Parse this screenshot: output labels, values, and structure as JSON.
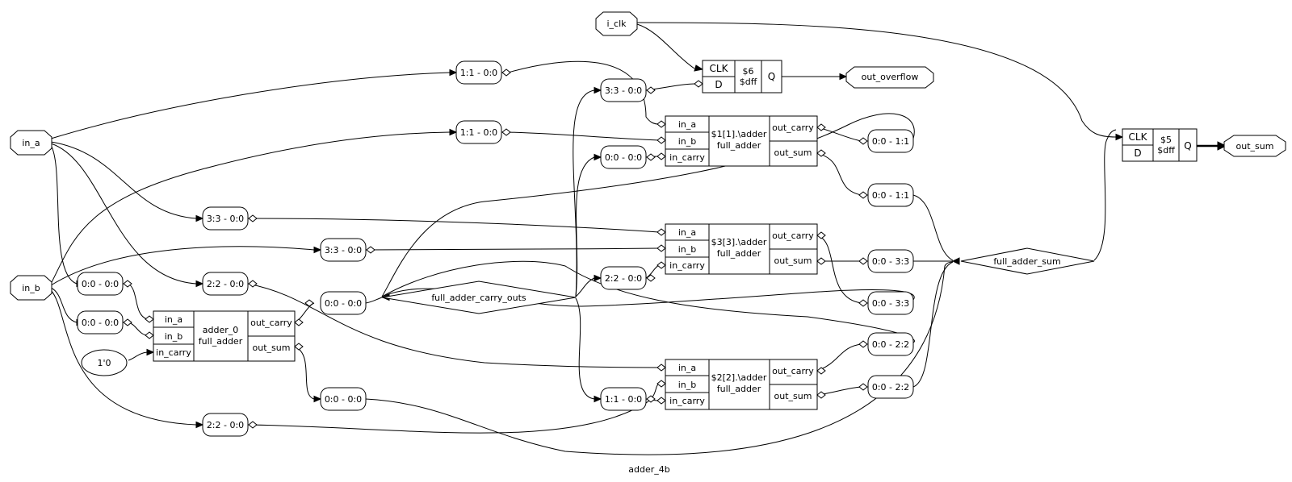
{
  "diagram": {
    "title": "adder_4b",
    "ports": {
      "i_clk": "i_clk",
      "in_a": "in_a",
      "in_b": "in_b",
      "out_overflow": "out_overflow",
      "out_sum": "out_sum"
    },
    "const_value": "1'0",
    "splits": {
      "s_a1": "1:1 - 0:0",
      "s_b1": "1:1 - 0:0",
      "s_a3": "3:3 - 0:0",
      "s_b3": "3:3 - 0:0",
      "s_a2": "2:2 - 0:0",
      "s_b2": "2:2 - 0:0",
      "s_a0": "0:0 - 0:0",
      "s_b0": "0:0 - 0:0",
      "c3": "3:3 - 0:0",
      "c0": "0:0 - 0:0",
      "c2": "2:2 - 0:0",
      "c1": "1:1 - 0:0",
      "cout0": "0:0 - 0:0",
      "sum0": "0:0 - 0:0",
      "j_c1": "0:0 - 1:1",
      "j_s1": "0:0 - 1:1",
      "j_s3": "0:0 - 3:3",
      "j_c3": "0:0 - 3:3",
      "j_c2": "0:0 - 2:2",
      "j_s2": "0:0 - 2:2"
    },
    "buses": {
      "carry": "full_adder_carry_outs",
      "sum": "full_adder_sum"
    },
    "pins": {
      "in_a": "in_a",
      "in_b": "in_b",
      "in_carry": "in_carry",
      "out_carry": "out_carry",
      "out_sum": "out_sum",
      "clk": "CLK",
      "d": "D",
      "q": "Q"
    },
    "cells": {
      "fa1": {
        "name": "$1[1].\\adder",
        "type": "full_adder"
      },
      "fa3": {
        "name": "$3[3].\\adder",
        "type": "full_adder"
      },
      "fa2": {
        "name": "$2[2].\\adder",
        "type": "full_adder"
      },
      "fa0": {
        "name": "adder_0",
        "type": "full_adder"
      },
      "dff6": {
        "name": "$6",
        "type": "$dff"
      },
      "dff5": {
        "name": "$5",
        "type": "$dff"
      }
    }
  }
}
